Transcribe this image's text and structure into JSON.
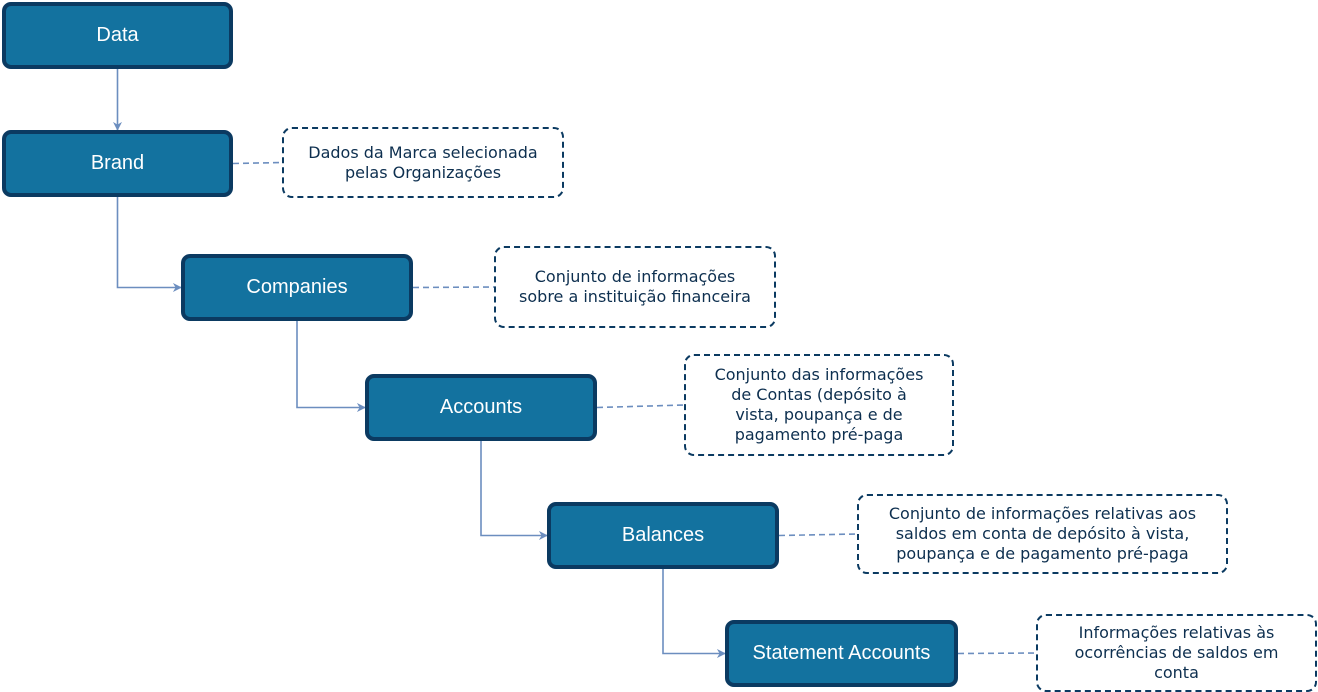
{
  "diagram": {
    "nodes": [
      {
        "id": "data",
        "label": "Data"
      },
      {
        "id": "brand",
        "label": "Brand"
      },
      {
        "id": "companies",
        "label": "Companies"
      },
      {
        "id": "accounts",
        "label": "Accounts"
      },
      {
        "id": "balances",
        "label": "Balances"
      },
      {
        "id": "statement",
        "label": "Statement Accounts"
      }
    ],
    "notes": [
      {
        "target": "brand",
        "text": "Dados da Marca selecionada\npelas Organizações"
      },
      {
        "target": "companies",
        "text": "Conjunto de informações\nsobre a instituição financeira"
      },
      {
        "target": "accounts",
        "text": "Conjunto das informações\nde Contas (depósito à\nvista, poupança e de\npagamento pré-paga"
      },
      {
        "target": "balances",
        "text": "Conjunto de informações relativas aos\nsaldos em conta de depósito à vista,\npoupança e de pagamento pré-paga"
      },
      {
        "target": "statement",
        "text": "Informações relativas às\nocorrências de saldos em\nconta"
      }
    ],
    "edges": [
      {
        "from": "data",
        "to": "brand"
      },
      {
        "from": "brand",
        "to": "companies"
      },
      {
        "from": "companies",
        "to": "accounts"
      },
      {
        "from": "accounts",
        "to": "balances"
      },
      {
        "from": "balances",
        "to": "statement"
      }
    ],
    "colors": {
      "node_fill": "#13729f",
      "node_border": "#0b3a61",
      "edge": "#6c8ebf",
      "note_border": "#0b3a61"
    }
  }
}
